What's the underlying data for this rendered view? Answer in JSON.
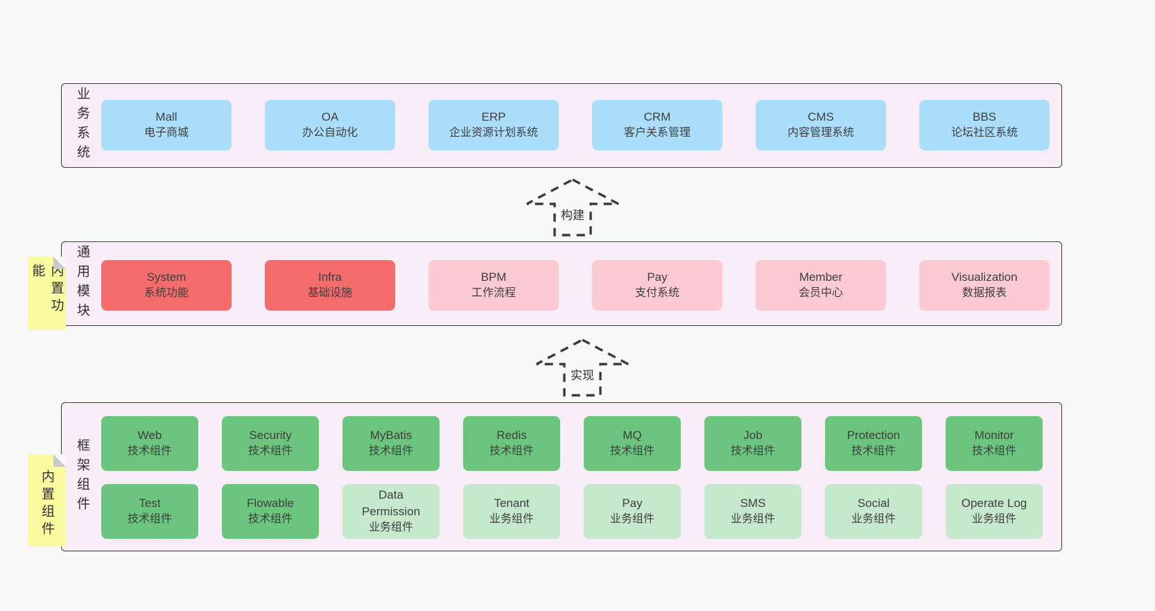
{
  "colors": {
    "page_bg": "#f8f8f8",
    "container_bg": "#f8edf6",
    "container_border": "#3b3b3b",
    "blue": "#aadefa",
    "red": "#f56c6c",
    "pink": "#fbcad3",
    "green": "#6cc57e",
    "light_green": "#c6e9ce",
    "note_yellow": "#fafaa0",
    "fold_gray": "#c9c9c9",
    "text": "#3e3e3e"
  },
  "layers": {
    "business": {
      "label": "业务系统",
      "boxes": [
        {
          "title": "Mall",
          "subtitle": "电子商城"
        },
        {
          "title": "OA",
          "subtitle": "办公自动化"
        },
        {
          "title": "ERP",
          "subtitle": "企业资源计划系统"
        },
        {
          "title": "CRM",
          "subtitle": "客户关系管理"
        },
        {
          "title": "CMS",
          "subtitle": "内容管理系统"
        },
        {
          "title": "BBS",
          "subtitle": "论坛社区系统"
        }
      ]
    },
    "modules": {
      "label": "通用模块",
      "note": "内置功能",
      "boxes": [
        {
          "title": "System",
          "subtitle": "系统功能"
        },
        {
          "title": "Infra",
          "subtitle": "基础设施"
        },
        {
          "title": "BPM",
          "subtitle": "工作流程"
        },
        {
          "title": "Pay",
          "subtitle": "支付系统"
        },
        {
          "title": "Member",
          "subtitle": "会员中心"
        },
        {
          "title": "Visualization",
          "subtitle": "数据报表"
        }
      ]
    },
    "components": {
      "label": "框架组件",
      "note": "内置组件",
      "row1": [
        {
          "title": "Web",
          "subtitle": "技术组件"
        },
        {
          "title": "Security",
          "subtitle": "技术组件"
        },
        {
          "title": "MyBatis",
          "subtitle": "技术组件"
        },
        {
          "title": "Redis",
          "subtitle": "技术组件"
        },
        {
          "title": "MQ",
          "subtitle": "技术组件"
        },
        {
          "title": "Job",
          "subtitle": "技术组件"
        },
        {
          "title": "Protection",
          "subtitle": "技术组件"
        },
        {
          "title": "Monitor",
          "subtitle": "技术组件"
        }
      ],
      "row2": [
        {
          "title": "Test",
          "subtitle": "技术组件"
        },
        {
          "title": "Flowable",
          "subtitle": "技术组件"
        },
        {
          "title": "Data Permission",
          "subtitle": "业务组件"
        },
        {
          "title": "Tenant",
          "subtitle": "业务组件"
        },
        {
          "title": "Pay",
          "subtitle": "业务组件"
        },
        {
          "title": "SMS",
          "subtitle": "业务组件"
        },
        {
          "title": "Social",
          "subtitle": "业务组件"
        },
        {
          "title": "Operate Log",
          "subtitle": "业务组件"
        }
      ]
    }
  },
  "arrows": {
    "build": {
      "label": "构建"
    },
    "implement": {
      "label": "实现"
    }
  }
}
